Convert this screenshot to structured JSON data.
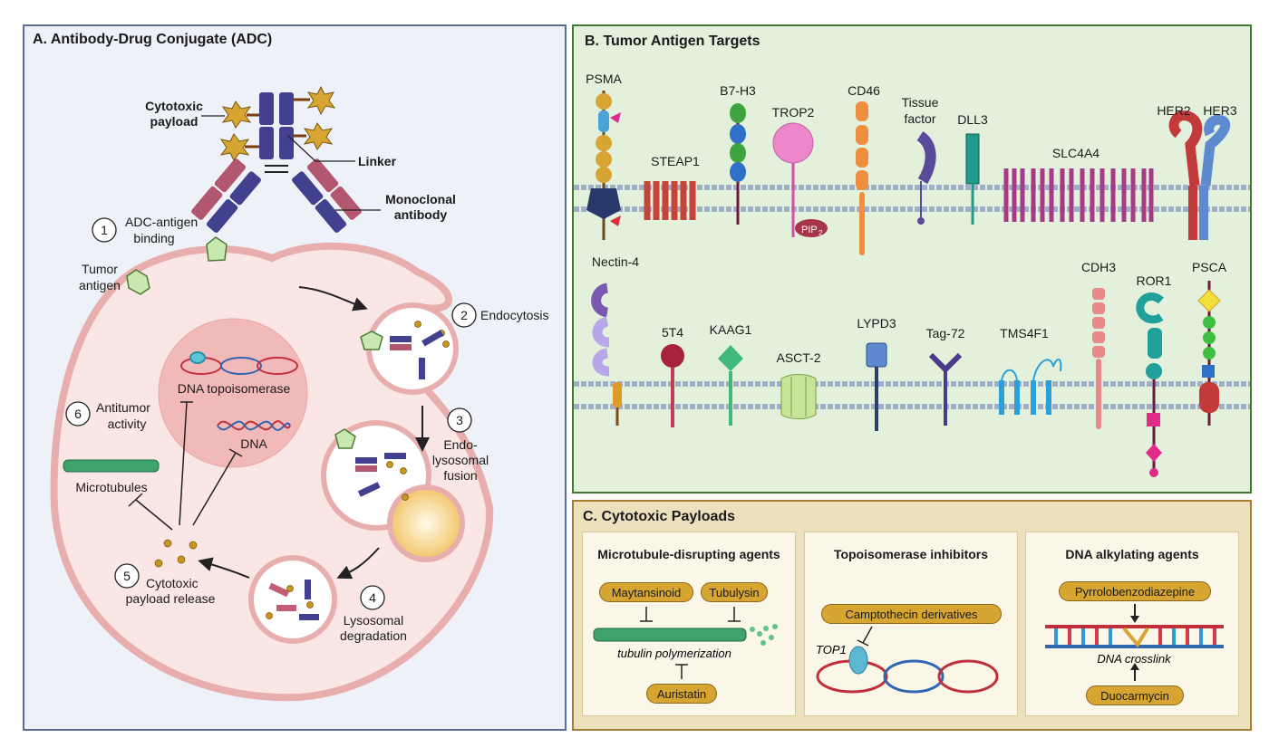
{
  "panel_a": {
    "title": "A.  Antibody-Drug Conjugate (ADC)",
    "labels": {
      "payload": [
        "Cytotoxic",
        "payload"
      ],
      "linker": "Linker",
      "antibody": [
        "Monoclonal",
        "antibody"
      ],
      "tumor_antigen": [
        "Tumor",
        "antigen"
      ],
      "dna_topo": "DNA topoisomerase",
      "dna": "DNA",
      "microtubules": "Microtubules"
    },
    "steps": [
      {
        "num": "1",
        "text": [
          "ADC-antigen",
          "binding"
        ]
      },
      {
        "num": "2",
        "text": [
          "Endocytosis"
        ]
      },
      {
        "num": "3",
        "text": [
          "Endo-",
          "lysosomal",
          "fusion"
        ]
      },
      {
        "num": "4",
        "text": [
          "Lysosomal",
          "degradation"
        ]
      },
      {
        "num": "5",
        "text": [
          "Cytotoxic",
          "payload release"
        ]
      },
      {
        "num": "6",
        "text": [
          "Antitumor",
          "activity"
        ]
      }
    ]
  },
  "panel_b": {
    "title": "B.  Tumor Antigen Targets",
    "row1": [
      "PSMA",
      "STEAP1",
      "B7-H3",
      "TROP2",
      "CD46",
      "Tissue",
      "factor",
      "DLL3",
      "SLC4A4",
      "HER2",
      "HER3"
    ],
    "pip2": "PIP",
    "pip2_sub": "2",
    "row2": [
      "Nectin-4",
      "5T4",
      "KAAG1",
      "ASCT-2",
      "LYPD3",
      "Tag-72",
      "TMS4F1",
      "CDH3",
      "ROR1",
      "PSCA"
    ]
  },
  "panel_c": {
    "title": "C.  Cytotoxic Payloads",
    "sub1": {
      "title": "Microtubule-disrupting agents",
      "drugs": [
        "Maytansinoid",
        "Tubulysin",
        "Auristatin"
      ],
      "caption": "tubulin polymerization"
    },
    "sub2": {
      "title": "Topoisomerase inhibitors",
      "drugs": [
        "Camptothecin derivatives"
      ],
      "caption": "TOP1"
    },
    "sub3": {
      "title": "DNA alkylating agents",
      "drugs": [
        "Pyrrolobenzodiazepine",
        "Duocarmycin"
      ],
      "caption": "DNA crosslink"
    }
  },
  "colors": {
    "panel_a_border": "#5a6f96",
    "panel_b_border": "#3f7a2e",
    "panel_c_border": "#a57f33",
    "cell_fill": "#fbe6e6",
    "cell_border": "#e8aeae",
    "payload_gold": "#d6a532"
  }
}
